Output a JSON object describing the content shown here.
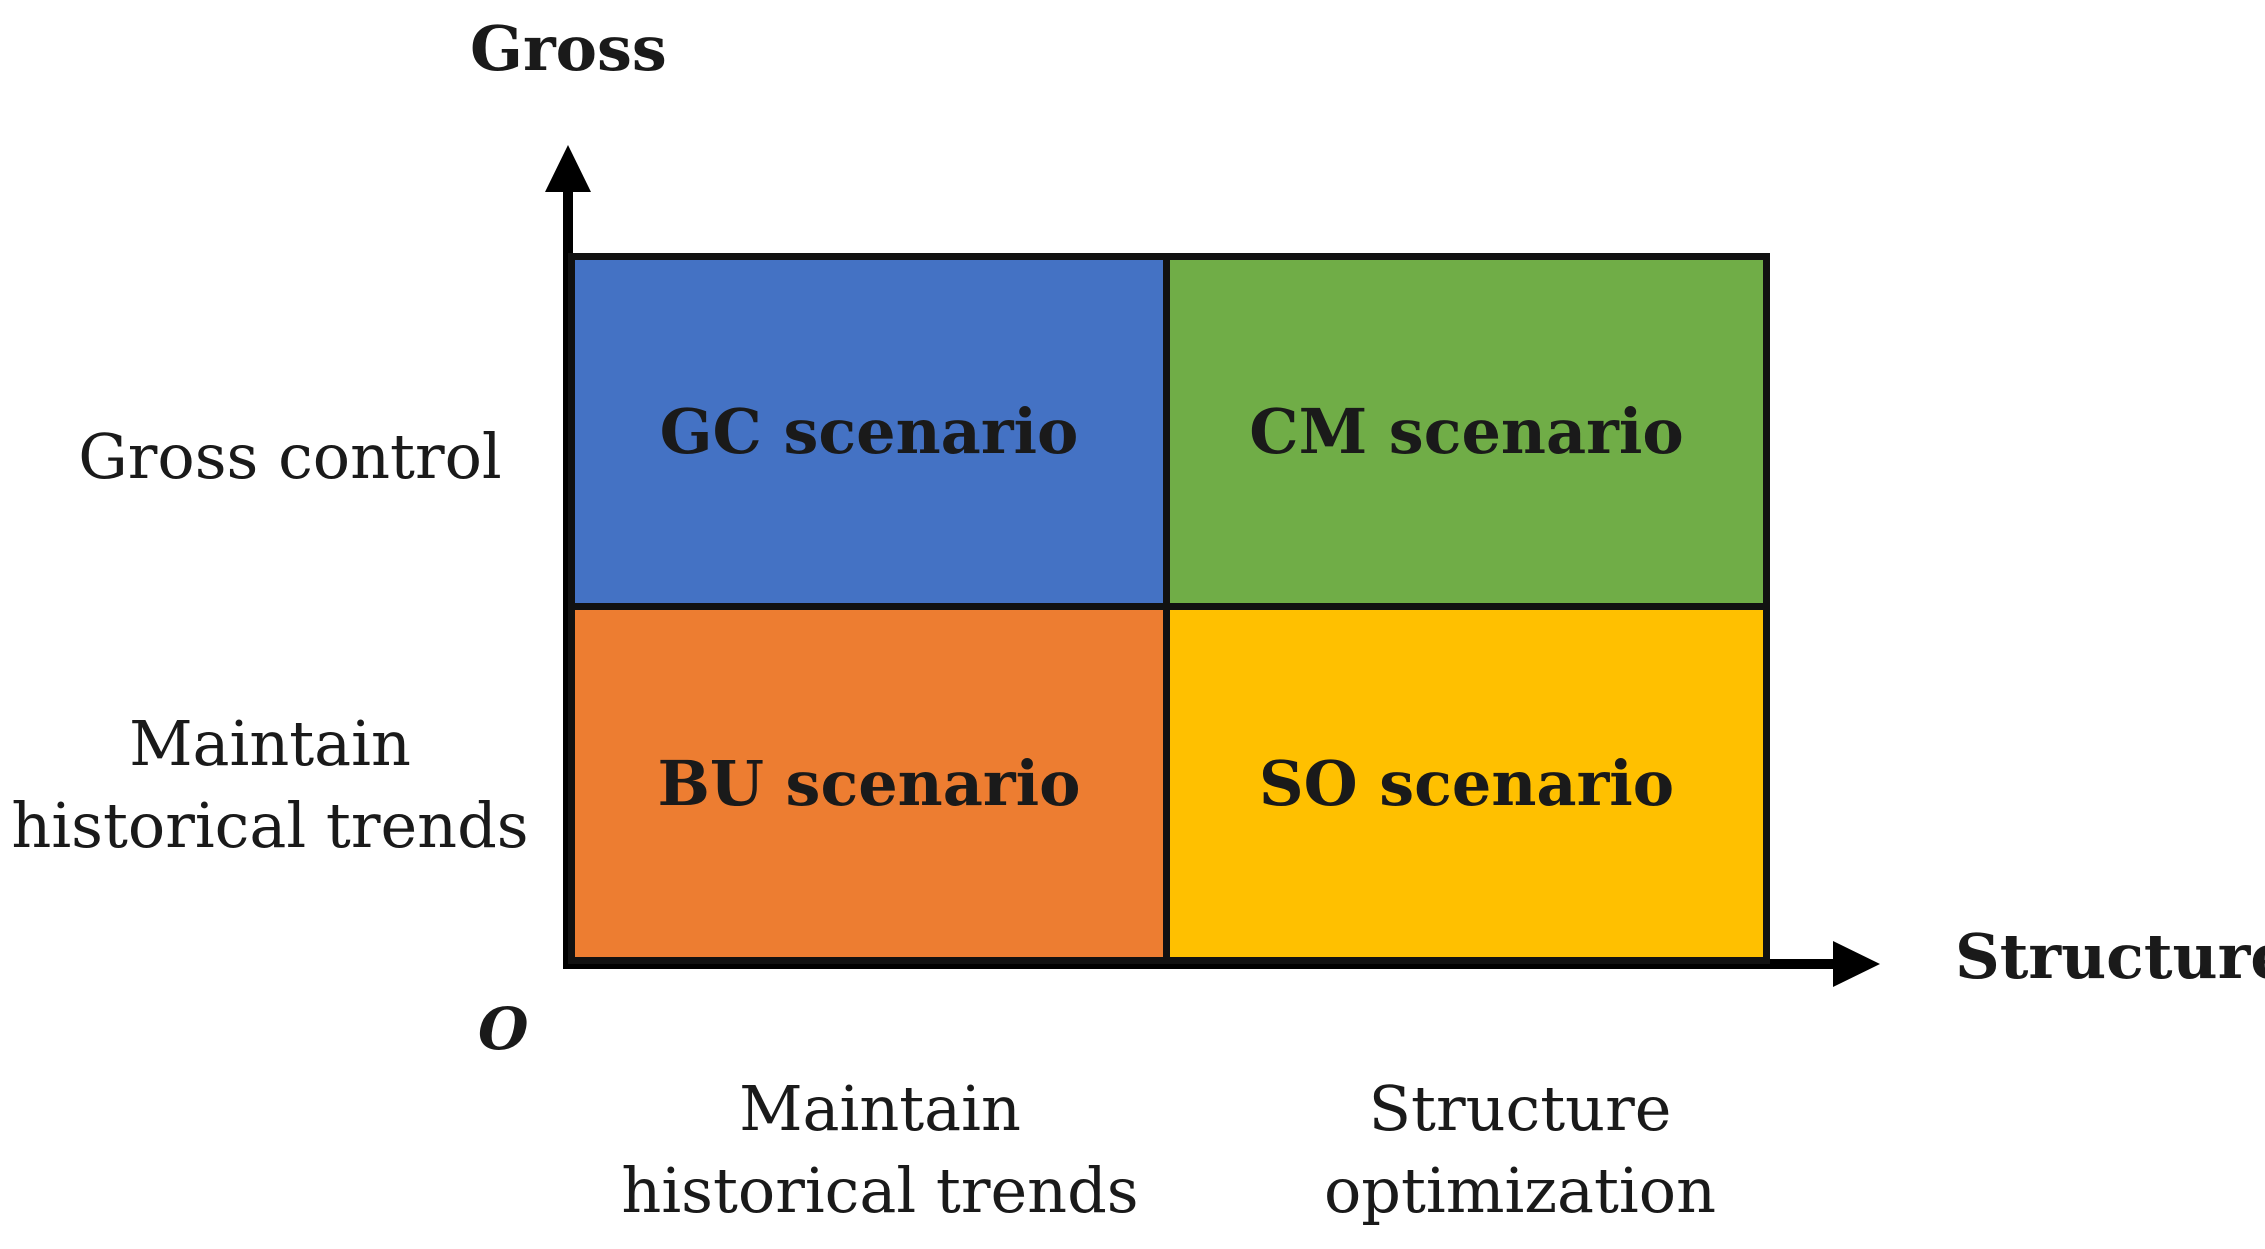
{
  "axes": {
    "y_title": "Gross",
    "x_title": "Structure",
    "origin": "O"
  },
  "row_labels": {
    "top": [
      "Gross control"
    ],
    "bottom": [
      "Maintain",
      "historical trends"
    ]
  },
  "col_labels": {
    "left": [
      "Maintain",
      "historical trends"
    ],
    "right": [
      "Structure",
      "optimization"
    ]
  },
  "quadrants": {
    "top_left": {
      "label": "GC scenario",
      "color": "#4472C4"
    },
    "top_right": {
      "label": "CM scenario",
      "color": "#70AD47"
    },
    "bottom_left": {
      "label": "BU scenario",
      "color": "#ED7D31"
    },
    "bottom_right": {
      "label": "SO scenario",
      "color": "#FFC000"
    }
  }
}
